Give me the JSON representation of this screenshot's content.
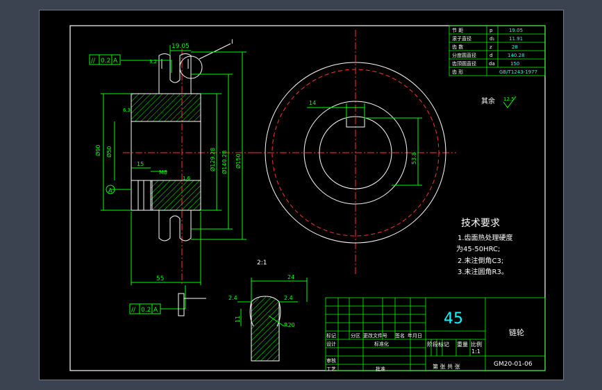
{
  "params_table": {
    "rows": [
      {
        "name": "节    距",
        "symbol": "p",
        "value": "19.05"
      },
      {
        "name": "滚子直径",
        "symbol": "d₁",
        "value": "11.91"
      },
      {
        "name": "齿    数",
        "symbol": "z",
        "value": "28"
      },
      {
        "name": "分度圆直径",
        "symbol": "d",
        "value": "140.28"
      },
      {
        "name": "齿顶圆直径",
        "symbol": "da",
        "value": "150"
      },
      {
        "name": "齿    形",
        "symbol": "",
        "value": "GB/T1243-1977"
      }
    ]
  },
  "surface_note": {
    "label": "其余",
    "value": "12.5"
  },
  "tech_requirements": {
    "title": "技术要求",
    "lines": [
      "1.齿面热处理硬度",
      "为45-50HRC;",
      "2.未注倒角C3;",
      "3.未注圆角R3。"
    ]
  },
  "title_block": {
    "material": "45",
    "part_name": "链轮",
    "drawing_no": "GM20-01-06",
    "scale": "1:1",
    "headers": {
      "mark": "标记",
      "count": "分区",
      "change_doc": "更改文件号",
      "sign": "签名",
      "date": "年月日",
      "design": "设计",
      "standardize": "标准化",
      "review": "审核",
      "process": "工艺",
      "approve": "批准",
      "stage_mark": "阶段标记",
      "weight": "重量",
      "ratio": "比例",
      "sheet_of": "第  张   共  张"
    }
  },
  "dims": {
    "d_19_05": "19.05",
    "d_15": "15",
    "m8": "M8",
    "d_55": "55",
    "d_24": "24",
    "d_2_4": "2.4",
    "d_11": "11",
    "r20": "R20",
    "d_14": "14",
    "d_53": "53.8",
    "d_140": "Ø140.28",
    "d_129": "Ø129.28",
    "d_150": "Ø150",
    "d_90": "Ø90",
    "d_50": "Ø50",
    "scale_21": "2:1",
    "detail_I": "I",
    "tol_frame_1": "0.2",
    "tol_frame_2": "0.2",
    "datum": "A",
    "rough_a": "3.2",
    "rough_b": "6.3",
    "rough_c": "1.6"
  }
}
